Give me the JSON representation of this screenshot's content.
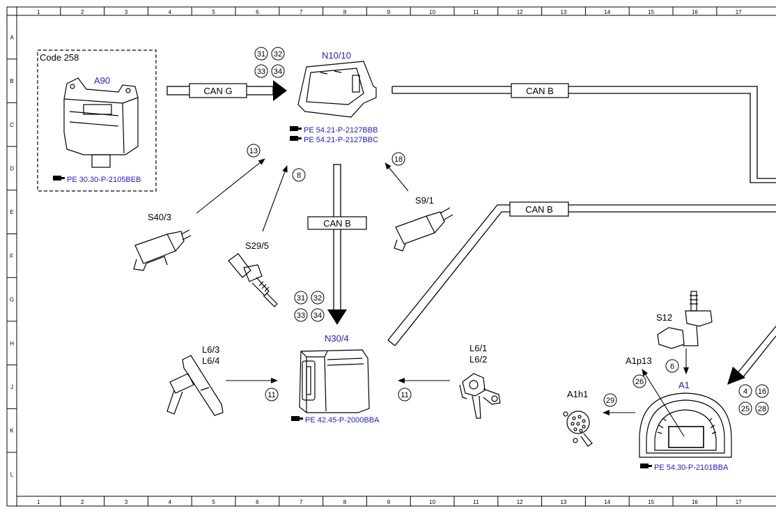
{
  "grid": {
    "columns": [
      "1",
      "2",
      "3",
      "4",
      "5",
      "6",
      "7",
      "8",
      "9",
      "10",
      "11",
      "12",
      "13",
      "14",
      "15",
      "16",
      "17"
    ],
    "rows": [
      "A",
      "B",
      "C",
      "D",
      "E",
      "F",
      "G",
      "H",
      "J",
      "K",
      "L"
    ]
  },
  "code_box": {
    "label": "Code 258"
  },
  "components": {
    "a90": "A90",
    "n10": "N10/10",
    "n30": "N30/4",
    "a1": "A1",
    "s40": "S40/3",
    "s29": "S29/5",
    "s9": "S9/1",
    "s12": "S12",
    "l6_left_1": "L6/3",
    "l6_left_2": "L6/4",
    "l6_right_1": "L6/1",
    "l6_right_2": "L6/2",
    "a1h1": "A1h1",
    "a1p13": "A1p13"
  },
  "bus_labels": {
    "can_g": "CAN G",
    "can_b_top": "CAN B",
    "can_b_mid": "CAN B",
    "can_b_vertical": "CAN B"
  },
  "references": {
    "a90": "PE 30.30-P-2105BEB",
    "n10_1": "PE 54.21-P-2127BBB",
    "n10_2": "PE 54.21-P-2127BBC",
    "n30": "PE 42.45-P-2000BBA",
    "a1": "PE 54.30-P-2101BBA"
  },
  "callouts": {
    "n10_group": [
      "31",
      "32",
      "33",
      "34"
    ],
    "n30_group": [
      "31",
      "32",
      "33",
      "34"
    ],
    "a1_group": [
      "4",
      "16",
      "25",
      "28"
    ],
    "c13": "13",
    "c8": "8",
    "c18": "18",
    "c11_left": "11",
    "c11_right": "11",
    "c6": "6",
    "c26": "26",
    "c29": "29"
  },
  "colors": {
    "label_blue": "#1a1adb",
    "line": "#000000"
  }
}
